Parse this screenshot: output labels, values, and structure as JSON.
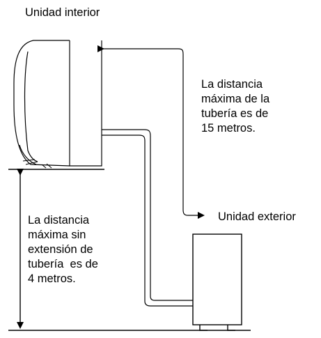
{
  "labels": {
    "indoor_unit": "Unidad interior",
    "outdoor_unit": "Unidad exterior"
  },
  "notes": {
    "pipe_length": {
      "lines": [
        "La distancia",
        "máxima de la",
        "tubería es de",
        "15 metros."
      ]
    },
    "height_difference": {
      "lines": [
        "La distancia",
        "máxima sin",
        "extensión de",
        "tubería  es de",
        "4 metros."
      ]
    }
  }
}
